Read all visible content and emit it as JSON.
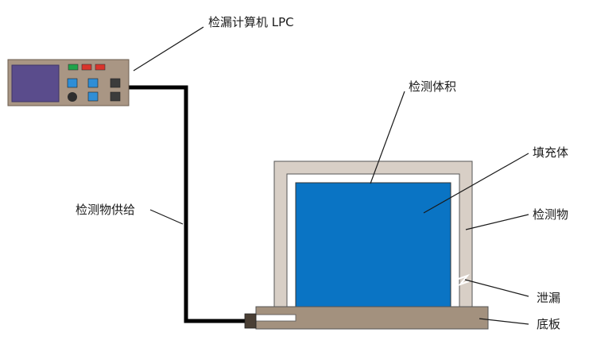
{
  "labels": {
    "lpc": "检漏计算机 LPC",
    "test_volume": "检测体积",
    "filler": "填充体",
    "test_object": "检测物",
    "test_gas_supply": "检测物供给",
    "leak": "泄漏",
    "base_plate": "底板"
  },
  "colors": {
    "background": "#ffffff",
    "device_body": "#a99684",
    "device_screen": "#5a4c8c",
    "button_blue": "#2f8ed6",
    "button_dark": "#3c3c3c",
    "led_green": "#1fa34a",
    "led_red": "#d9342b",
    "test_volume_fill": "#0a74c4",
    "test_object_frame": "#d8cfc6",
    "base_plate": "#a3917e",
    "pipe": "#000000",
    "leader_line": "#1a1a1a"
  }
}
